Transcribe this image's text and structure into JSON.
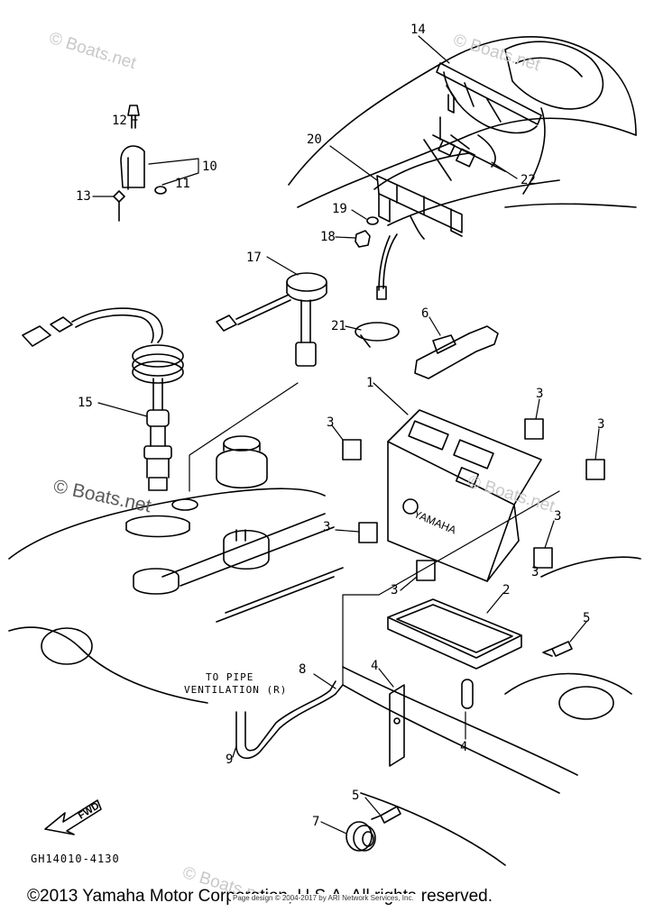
{
  "watermarks": [
    "© Boats.net",
    "© Boats.net",
    "© Boats.net",
    "© Boats.net"
  ],
  "watermark_center": "© Boats.net",
  "callouts": [
    "14",
    "12",
    "10",
    "13",
    "11",
    "20",
    "22",
    "19",
    "18",
    "17",
    "21",
    "6",
    "15",
    "1",
    "3",
    "3",
    "3",
    "3",
    "3",
    "3",
    "3",
    "2",
    "5",
    "5",
    "8",
    "4",
    "4",
    "9",
    "7"
  ],
  "note": {
    "line1": "TO PIPE",
    "line2": "VENTILATION (R)"
  },
  "fwd_label": "FWD",
  "battery_brand": "YAMAHA",
  "part_code": "GH14010-4130",
  "copyright": "©2013 Yamaha Motor Corporation, U.S.A. All rights reserved.",
  "copyright_small": "Page design © 2004-2017 by ARI Network Services, Inc.",
  "colors": {
    "line": "#000000",
    "watermark": "#c8c8c8"
  }
}
